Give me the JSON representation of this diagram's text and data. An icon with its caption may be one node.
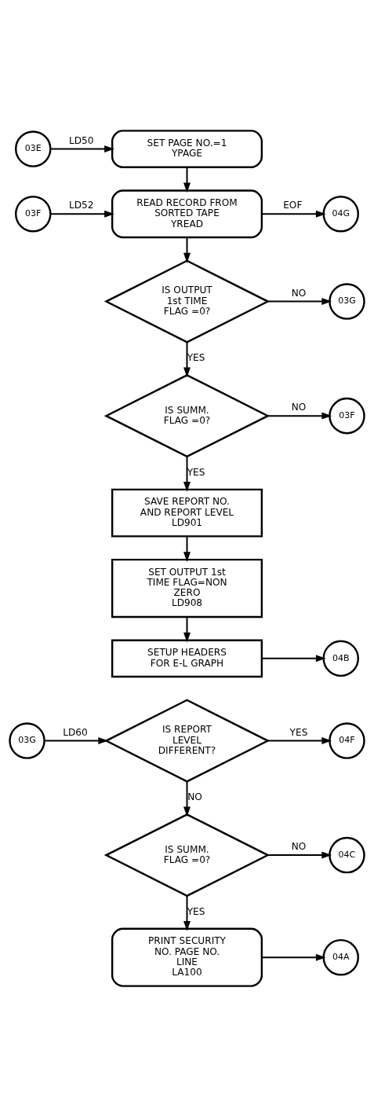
{
  "diagram": {
    "nodes": [
      {
        "text": [
          "03E"
        ]
      },
      {
        "text": [
          "SET PAGE NO.=1",
          "YPAGE"
        ]
      },
      {
        "text": [
          "03F"
        ]
      },
      {
        "text": [
          "READ RECORD FROM SORTED TAPE",
          "YREAD"
        ]
      },
      {
        "text": [
          "04G"
        ]
      },
      {
        "text": [
          "IS OUTPUT 1st TIME FLAG =0?"
        ]
      },
      {
        "text": [
          "03G"
        ]
      },
      {
        "text": [
          "IS SUMM. FLAG =0?"
        ]
      },
      {
        "text": [
          "03F"
        ]
      },
      {
        "text": [
          "SAVE REPORT NO. AND REPORT LEVEL",
          "LD901"
        ]
      },
      {
        "text": [
          "SET OUTPUT 1st TIME FLAG=NON ZERO",
          "LD908"
        ]
      },
      {
        "text": [
          "SETUP HEADERS FOR E-L GRAPH"
        ]
      },
      {
        "text": [
          "04B"
        ]
      },
      {
        "text": [
          "03G"
        ]
      },
      {
        "text": [
          "IS REPORT LEVEL DIFFERENT?"
        ]
      },
      {
        "text": [
          "04F"
        ]
      },
      {
        "text": [
          "IS SUMM. FLAG =0?"
        ]
      },
      {
        "text": [
          "04C"
        ]
      },
      {
        "text": [
          "PRINT SECURITY NO. PAGE NO. LINE",
          "LA100"
        ]
      },
      {
        "text": [
          "04A"
        ]
      }
    ],
    "edges": [
      {
        "from": 0,
        "to": 1,
        "arrow": "to",
        "label": "LD50"
      },
      {
        "from": 1,
        "to": 3,
        "arrow": "to"
      },
      {
        "from": 2,
        "to": 3,
        "arrow": "to",
        "label": "LD52"
      },
      {
        "from": 3,
        "to": 4,
        "arrow": "to",
        "label": "EOF"
      },
      {
        "from": 3,
        "to": 5,
        "arrow": "to"
      },
      {
        "from": 5,
        "to": 6,
        "arrow": "to",
        "label": "NO"
      },
      {
        "from": 5,
        "to": 7,
        "arrow": "to",
        "label": "YES"
      },
      {
        "from": 7,
        "to": 8,
        "arrow": "to",
        "label": "NO"
      },
      {
        "from": 7,
        "to": 9,
        "arrow": "to",
        "label": "YES"
      },
      {
        "from": 9,
        "to": 10,
        "arrow": "to"
      },
      {
        "from": 10,
        "to": 11,
        "arrow": "to"
      },
      {
        "from": 11,
        "to": 12,
        "arrow": "to"
      },
      {
        "from": 13,
        "to": 14,
        "arrow": "to",
        "label": "LD60"
      },
      {
        "from": 14,
        "to": 15,
        "arrow": "to",
        "label": "YES"
      },
      {
        "from": 14,
        "to": 16,
        "arrow": "to",
        "label": "NO"
      },
      {
        "from": 16,
        "to": 17,
        "arrow": "to",
        "label": "NO"
      },
      {
        "from": 16,
        "to": 18,
        "arrow": "to",
        "label": "YES"
      },
      {
        "from": 18,
        "to": 19,
        "arrow": "to"
      }
    ]
  }
}
